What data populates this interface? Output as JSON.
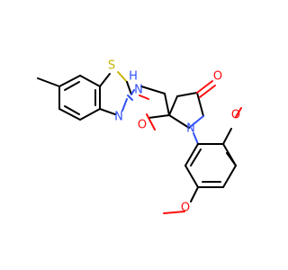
{
  "molecule": {
    "atoms": {
      "S1": {
        "symbol": "S",
        "color": "#c8b400"
      },
      "N1": {
        "symbol": "N",
        "color": "#3050f8"
      },
      "NH": {
        "symbol": "N",
        "color": "#3050f8"
      },
      "H": {
        "symbol": "H",
        "color": "#3050f8"
      },
      "O1": {
        "symbol": "O",
        "color": "#ff0d0d"
      },
      "O2": {
        "symbol": "O",
        "color": "#ff0d0d"
      },
      "N2": {
        "symbol": "N",
        "color": "#3050f8"
      },
      "O3": {
        "symbol": "O",
        "color": "#ff0d0d"
      },
      "O4": {
        "symbol": "O",
        "color": "#ff0d0d"
      }
    }
  }
}
